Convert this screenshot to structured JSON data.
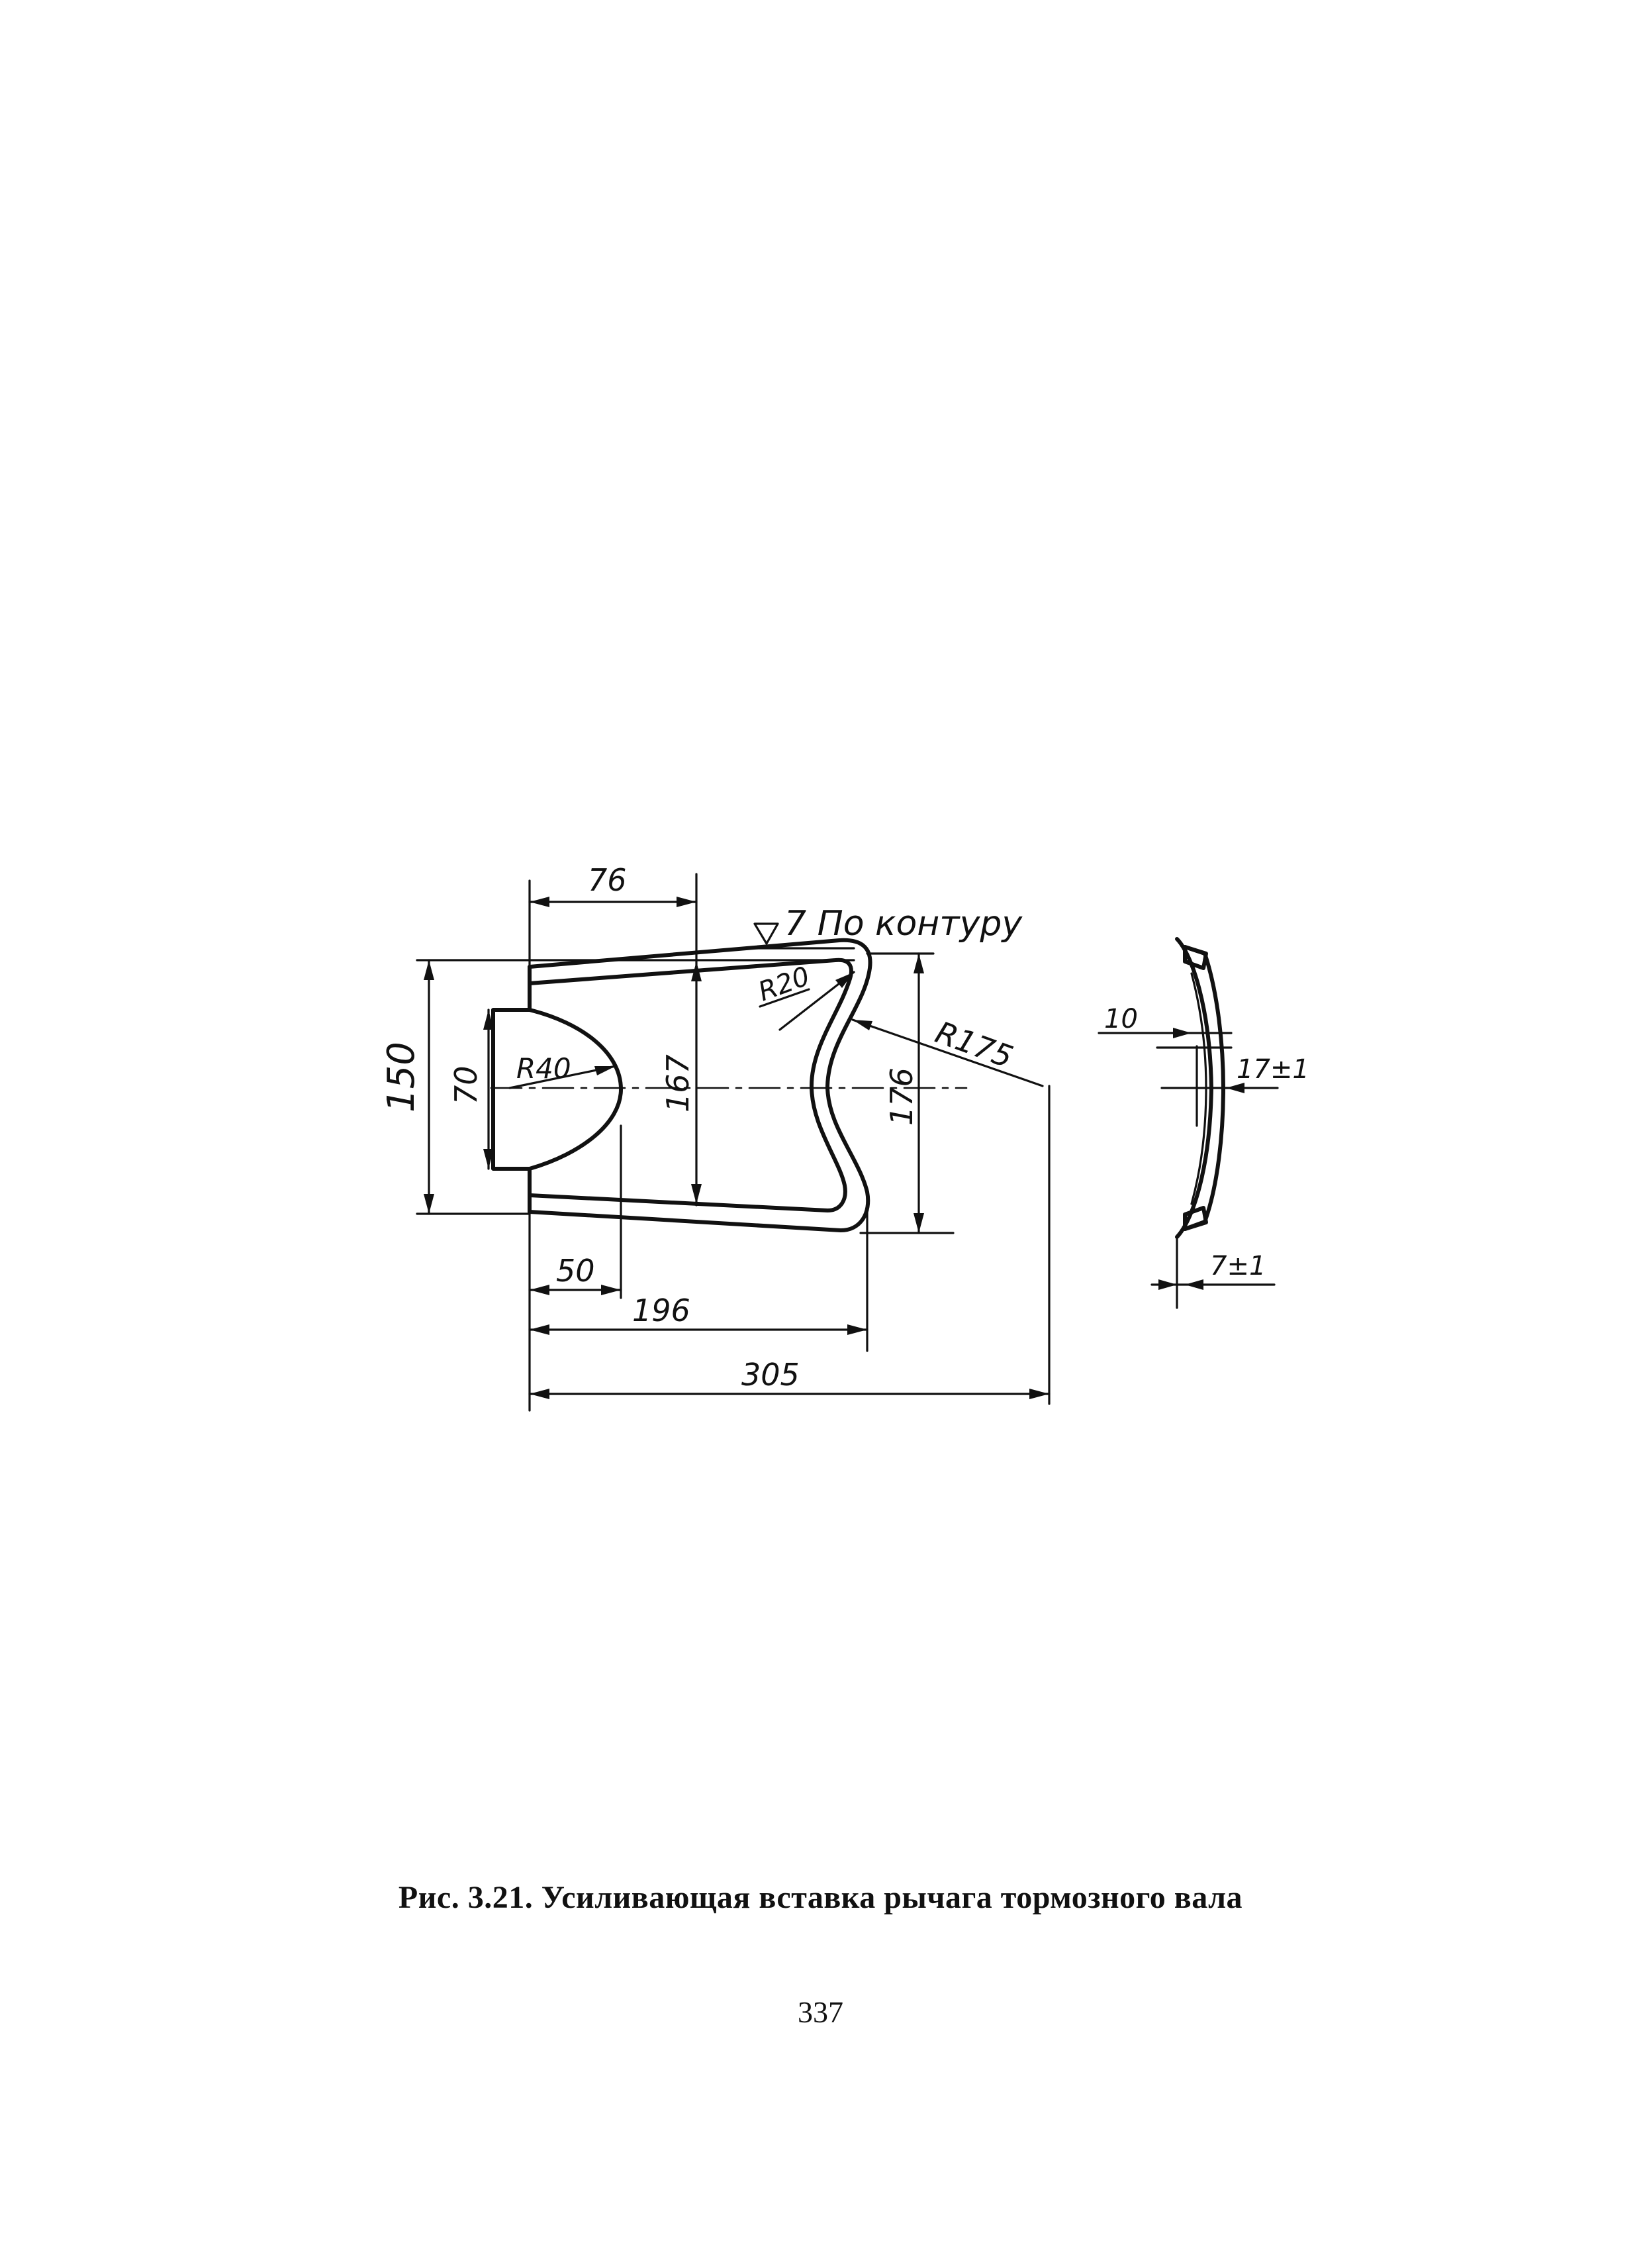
{
  "figure": {
    "dimensions": {
      "d76": "76",
      "surface": "7 По контуру",
      "r20": "R20",
      "r175": "R175",
      "d150": "150",
      "d70": "70",
      "r40": "R40",
      "d167": "167",
      "d176": "176",
      "d50": "50",
      "d196": "196",
      "d305": "305",
      "d10": "10",
      "d17": "17±1",
      "d7": "7±1"
    }
  },
  "caption": "Рис. 3.21. Усиливающая вставка рычага тормозного вала",
  "page_number": "337"
}
